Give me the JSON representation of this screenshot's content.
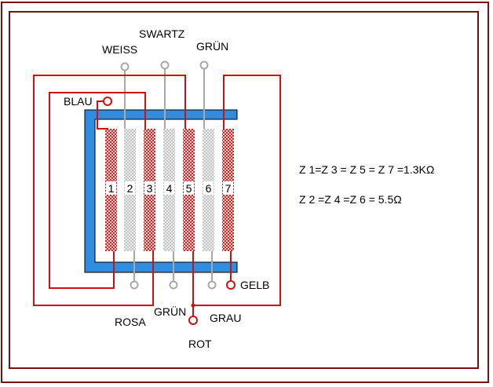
{
  "colors": {
    "frame": "#7a1010",
    "red_wire": "#d01010",
    "grey_wire": "#a8a8a8",
    "core": "#2e8de0",
    "red_winding": "#d02020",
    "grey_winding": "#b4b4b4",
    "background": "#ffffff"
  },
  "labels": {
    "weiss": "WEISS",
    "swartz": "SWARTZ",
    "gruen_top": "GRÜN",
    "blau": "BLAU",
    "gelb": "GELB",
    "rosa": "ROSA",
    "gruen_bottom": "GRÜN",
    "grau": "GRAU",
    "rot": "ROT"
  },
  "windings": [
    "1",
    "2",
    "3",
    "4",
    "5",
    "6",
    "7"
  ],
  "equations": {
    "line1": "Z 1=Z 3 = Z 5 = Z 7 =1.3KΩ",
    "line2": "Z 2 =Z 4 =Z 6 = 5.5Ω"
  }
}
